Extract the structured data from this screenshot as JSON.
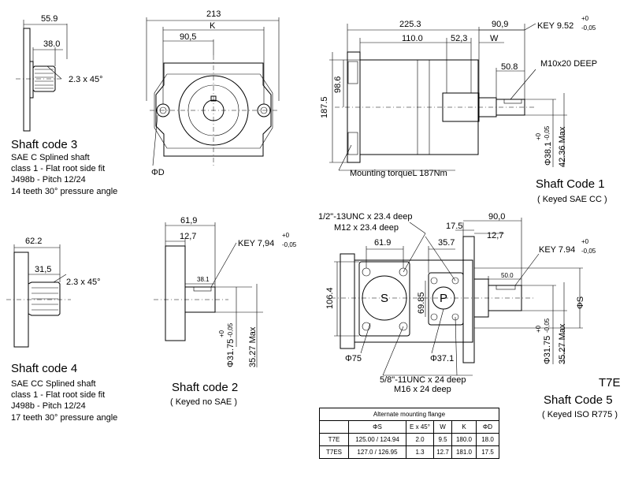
{
  "shaft3": {
    "title": "Shaft code 3",
    "lines": [
      "SAE C Splined shaft",
      "class 1 - Flat root side fit",
      "J498b - Pitch 12/24",
      "14 teeth 30° pressure  angle"
    ],
    "dim_outer": "55.9",
    "dim_inner": "38.0",
    "chamfer": "2.3 x 45°"
  },
  "front_view": {
    "width": "213",
    "k": "K",
    "half": "90,5",
    "phi_d": "ΦD"
  },
  "shaft1": {
    "title": "Shaft Code 1",
    "subtitle": "( Keyed  SAE  CC )",
    "d225": "225.3",
    "d110": "110.0",
    "d52": "52,3",
    "d90": "90,9",
    "w": "W",
    "key": "KEY 9.52",
    "key_tol_up": "+0",
    "key_tol_dn": "-0,05",
    "d50": "50.8",
    "m10": "M10x20 DEEP",
    "d98": "98.6",
    "d187": "187.5",
    "phi38": "Φ38.1",
    "phi38_tol_up": "+0",
    "phi38_tol_dn": "-0,05",
    "d42": "42.36 Max",
    "torque": "Mounting torqueL 187Nm"
  },
  "shaft4": {
    "title": "Shaft code 4",
    "lines": [
      "SAE CC Splined shaft",
      "class 1 - Flat root side fit",
      "J498b - Pitch 12/24",
      "17 teeth 30° pressure angle"
    ],
    "dim_outer": "62.2",
    "dim_inner": "31,5",
    "chamfer": "2.3 x 45°"
  },
  "shaft2": {
    "title": "Shaft code 2",
    "subtitle": "( Keyed  no  SAE )",
    "d61": "61,9",
    "d12": "12,7",
    "d38": "38.1",
    "key": "KEY 7,94",
    "key_tol_up": "+0",
    "key_tol_dn": "-0,05",
    "phi31": "Φ31.75",
    "phi31_tol_up": "+0",
    "phi31_tol_dn": "-0,05",
    "d35": "35.27 Max"
  },
  "t7e": {
    "model": "T7E",
    "title": "Shaft Code 5",
    "subtitle": "( Keyed ISO R775 )",
    "unc_half": "1/2\"-13UNC x 23.4 deep",
    "m12": "M12 x 23.4 deep",
    "d61": "61.9",
    "d106": "106.4",
    "d69": "69.85",
    "d35": "35.7",
    "d17": "17.5",
    "d90": "90,0",
    "d12": "12,7",
    "key": "KEY 7.94",
    "key_tol_up": "+0",
    "key_tol_dn": "-0,05",
    "d50": "50.0",
    "s": "S",
    "p": "P",
    "phi75": "Φ75",
    "phi37": "Φ37.1",
    "unc_five8": "5/8\"-11UNC x 24 deep",
    "m16": "M16 x 24 deep",
    "phi31": "Φ31.75",
    "phi31_tol_up": "+0",
    "phi31_tol_dn": "-0,05",
    "d35m": "35.27 Max",
    "phi_s": "ΦS"
  },
  "flange_table": {
    "caption": "Alternate mounting flange",
    "headers": [
      "",
      "ΦS",
      "E x 45°",
      "W",
      "K",
      "ΦD"
    ],
    "rows": [
      [
        "T7E",
        "125.00 / 124.94",
        "2.0",
        "9.5",
        "180.0",
        "18.0"
      ],
      [
        "T7ES",
        "127.0 / 126.95",
        "1.3",
        "12.7",
        "181.0",
        "17.5"
      ]
    ]
  }
}
